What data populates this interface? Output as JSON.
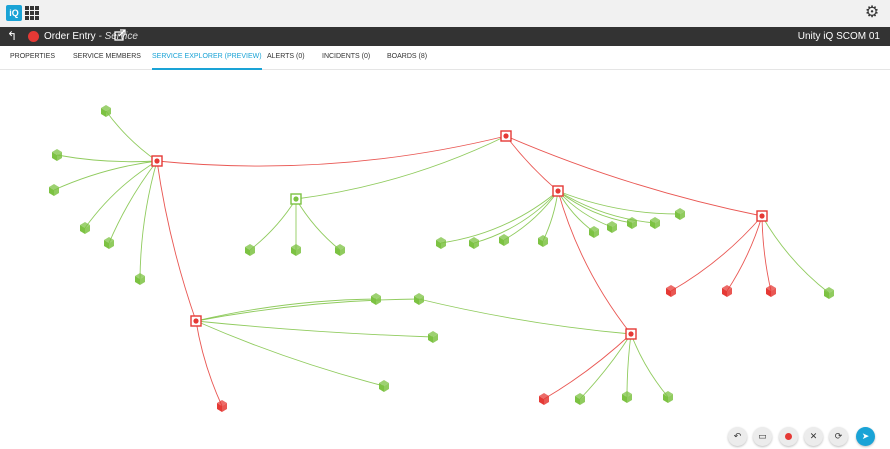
{
  "topbar": {
    "logo_text": "iQ",
    "apps_icon": "grid-icon",
    "settings_icon": "gear-icon"
  },
  "header": {
    "back_icon": "back-arrow-icon",
    "status_color": "#e53935",
    "title": "Order Entry",
    "separator": " - ",
    "subtitle": "Service",
    "external_icon": "external-link-icon",
    "server": "Unity iQ SCOM 01"
  },
  "tabs": [
    {
      "label": "PROPERTIES"
    },
    {
      "label": "SERVICE MEMBERS"
    },
    {
      "label": "SERVICE EXPLORER (PREVIEW)",
      "active": true
    },
    {
      "label": "ALERTS (0)"
    },
    {
      "label": "INCIDENTS (0)"
    },
    {
      "label": "BOARDS (8)"
    }
  ],
  "colors": {
    "accent": "#1aa3d6",
    "healthy": "#7cc242",
    "critical": "#e53935",
    "dark": "#333333"
  },
  "controls": [
    {
      "icon": "undo-icon"
    },
    {
      "icon": "save-icon"
    },
    {
      "icon": "record-icon"
    },
    {
      "icon": "expand-icon"
    },
    {
      "icon": "refresh-icon"
    },
    {
      "icon": "send-icon"
    }
  ]
}
